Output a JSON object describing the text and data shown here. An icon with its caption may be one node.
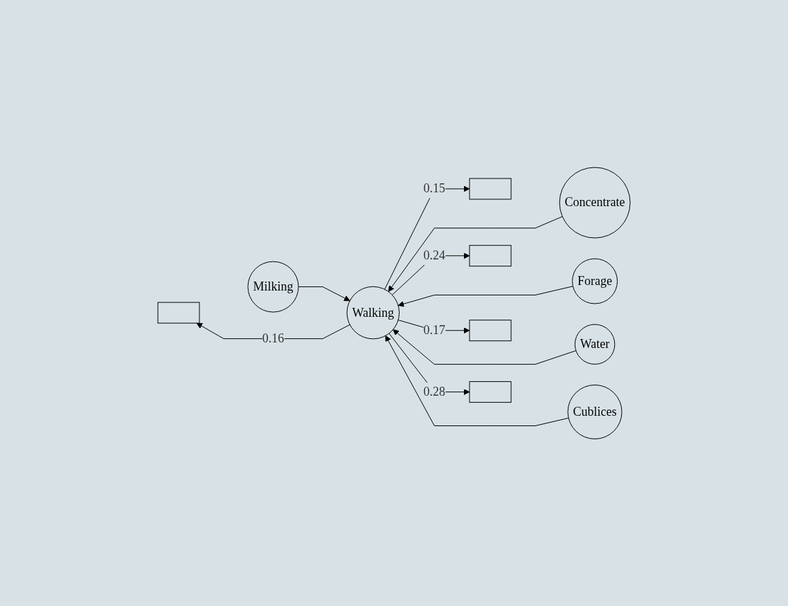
{
  "diagram": {
    "nodes": [
      {
        "text": [],
        "shape": "box"
      },
      {
        "text": [
          "Milking"
        ]
      },
      {
        "text": [],
        "shape": "box"
      },
      {
        "text": [
          "Concentrate"
        ]
      },
      {
        "text": [],
        "shape": "box"
      },
      {
        "text": [
          "Forage"
        ]
      },
      {
        "text": [],
        "shape": "box"
      },
      {
        "text": [
          "Water"
        ]
      },
      {
        "text": [],
        "shape": "box"
      },
      {
        "text": [
          "Cublices"
        ]
      },
      {
        "text": [
          "Walking"
        ]
      }
    ],
    "edges": [
      {
        "from": 10,
        "to": 0,
        "arrow": "to",
        "label": "0.16"
      },
      {
        "from": 10,
        "to": 2,
        "arrow": "to",
        "label": "0.15"
      },
      {
        "from": 10,
        "to": 4,
        "arrow": "to",
        "label": "0.24"
      },
      {
        "from": 10,
        "to": 6,
        "arrow": "to",
        "label": "0.17"
      },
      {
        "from": 10,
        "to": 8,
        "arrow": "to",
        "label": "0.28"
      },
      {
        "from": 1,
        "to": 10,
        "arrow": "to"
      },
      {
        "from": 3,
        "to": 10,
        "arrow": "to"
      },
      {
        "from": 5,
        "to": 10,
        "arrow": "to"
      },
      {
        "from": 7,
        "to": 10,
        "arrow": "to"
      },
      {
        "from": 9,
        "to": 10,
        "arrow": "to"
      }
    ]
  }
}
